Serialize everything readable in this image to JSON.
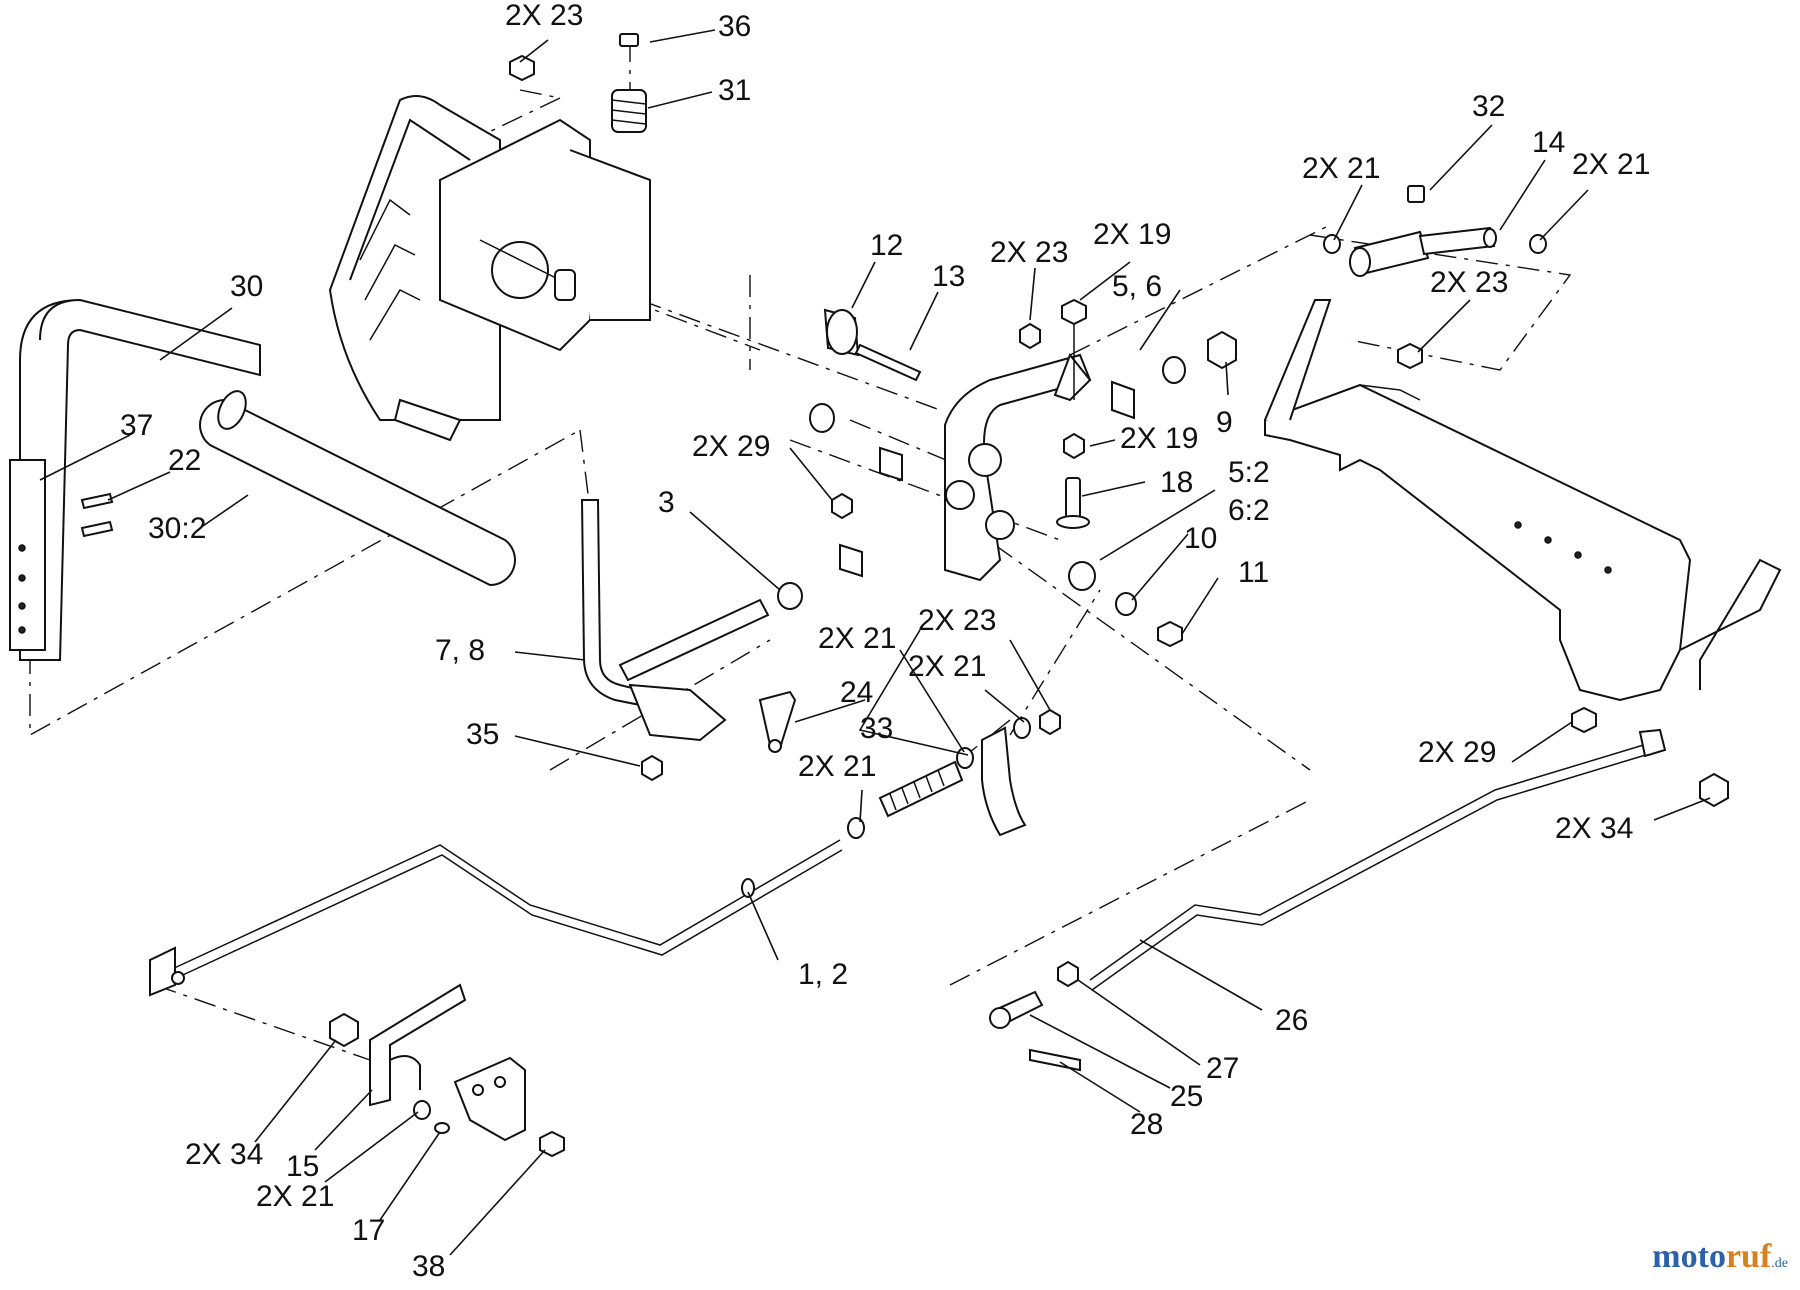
{
  "title": "",
  "watermark": {
    "a": "moto",
    "b": "ruf",
    "c": ".de"
  },
  "labels": {
    "l_2x23_top": "2X 23",
    "l_36": "36",
    "l_31": "31",
    "l_30": "30",
    "l_37": "37",
    "l_22": "22",
    "l_30_2": "30:2",
    "l_12": "12",
    "l_13": "13",
    "l_2x23_mid": "2X 23",
    "l_2x19_top": "2X 19",
    "l_5_6": "5, 6",
    "l_9": "9",
    "l_2x19_mid": "2X 19",
    "l_18": "18",
    "l_5_2": "5:2",
    "l_6_2": "6:2",
    "l_10": "10",
    "l_11": "11",
    "l_2x29_mid": "2X 29",
    "l_3": "3",
    "l_7_8": "7, 8",
    "l_35": "35",
    "l_24": "24",
    "l_33": "33",
    "l_2x21_a": "2X 21",
    "l_2x23_low": "2X 23",
    "l_2x21_b": "2X 21",
    "l_2x21_c": "2X 21",
    "l_1_2": "1, 2",
    "l_32": "32",
    "l_14": "14",
    "l_2x21_rt": "2X 21",
    "l_2x21_rl": "2X 21",
    "l_2x23_right": "2X 23",
    "l_2x29_right": "2X 29",
    "l_2x34_right": "2X 34",
    "l_26": "26",
    "l_27": "27",
    "l_25": "25",
    "l_28": "28",
    "l_2x34_left": "2X 34",
    "l_15": "15",
    "l_2x21_bot": "2X 21",
    "l_17": "17",
    "l_38": "38"
  }
}
